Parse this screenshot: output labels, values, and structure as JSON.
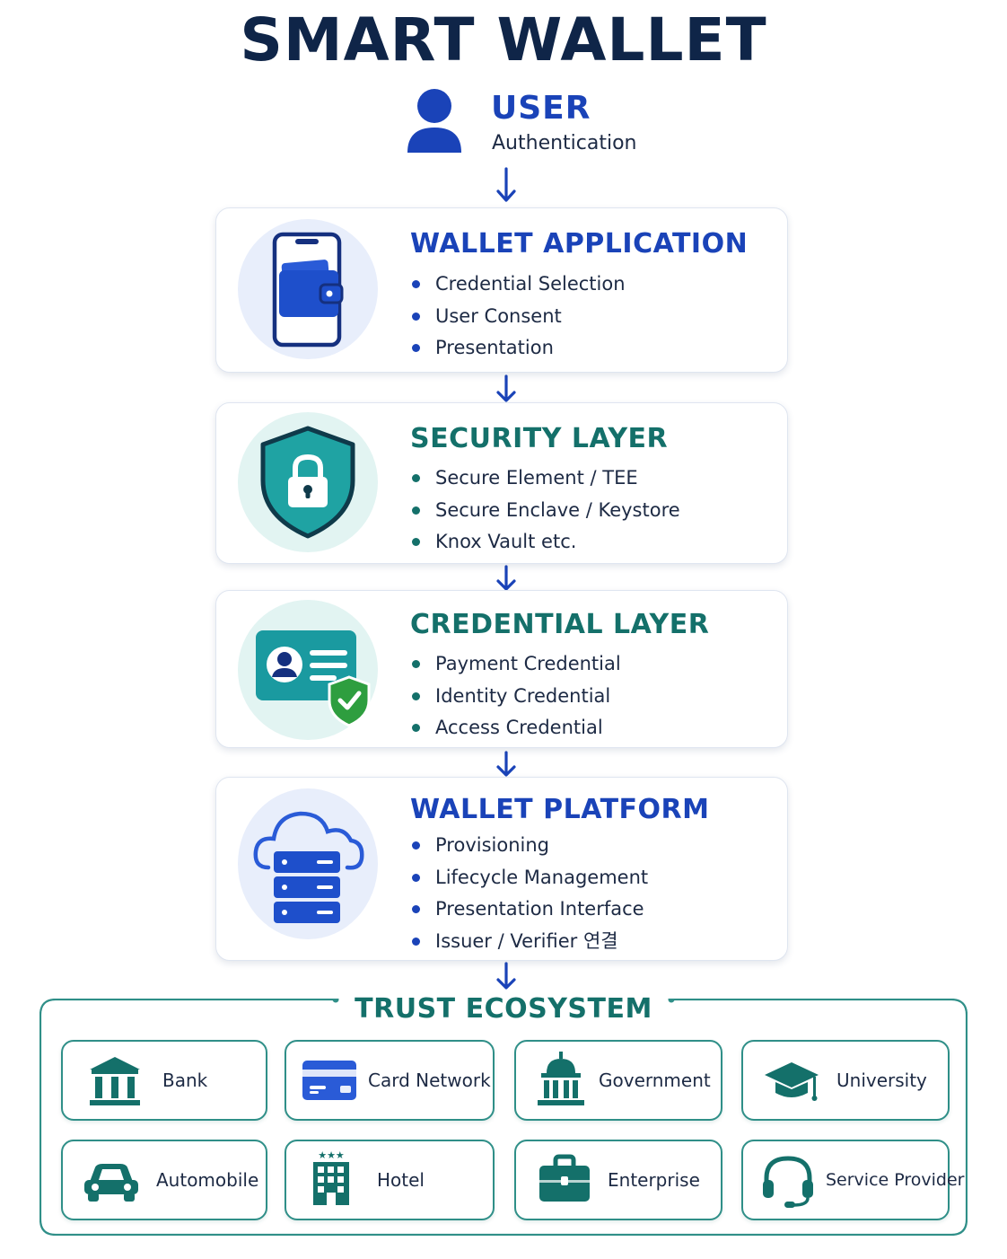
{
  "title": "SMART WALLET",
  "user": {
    "title": "USER",
    "subtitle": "Authentication",
    "icon": "user-icon"
  },
  "layers": [
    {
      "id": "wallet-application",
      "title": "WALLET APPLICATION",
      "icon": "wallet-phone-icon",
      "theme": "blue",
      "items": [
        "Credential Selection",
        "User Consent",
        "Presentation"
      ]
    },
    {
      "id": "security-layer",
      "title": "SECURITY LAYER",
      "icon": "shield-lock-icon",
      "theme": "teal",
      "items": [
        "Secure Element / TEE",
        "Secure Enclave / Keystore",
        "Knox Vault etc."
      ]
    },
    {
      "id": "credential-layer",
      "title": "CREDENTIAL LAYER",
      "icon": "id-card-check-icon",
      "theme": "teal",
      "items": [
        "Payment Credential",
        "Identity Credential",
        "Access Credential"
      ]
    },
    {
      "id": "wallet-platform",
      "title": "WALLET PLATFORM",
      "icon": "cloud-server-icon",
      "theme": "blue",
      "items": [
        "Provisioning",
        "Lifecycle Management",
        "Presentation Interface",
        "Issuer / Verifier 연결"
      ]
    }
  ],
  "ecosystem": {
    "title": "TRUST ECOSYSTEM",
    "entities": [
      {
        "label": "Bank",
        "icon": "bank-icon"
      },
      {
        "label": "Card Network",
        "icon": "credit-card-icon"
      },
      {
        "label": "Government",
        "icon": "government-building-icon"
      },
      {
        "label": "University",
        "icon": "graduation-cap-icon"
      },
      {
        "label": "Automobile",
        "icon": "car-icon"
      },
      {
        "label": "Hotel",
        "icon": "hotel-icon"
      },
      {
        "label": "Enterprise",
        "icon": "briefcase-icon"
      },
      {
        "label": "Service Provider",
        "icon": "headset-icon"
      }
    ]
  },
  "colors": {
    "navy": "#0f2548",
    "blue": "#1a43b8",
    "teal": "#14706a",
    "green": "#2e9e3f",
    "frame": "#2f8f88"
  }
}
